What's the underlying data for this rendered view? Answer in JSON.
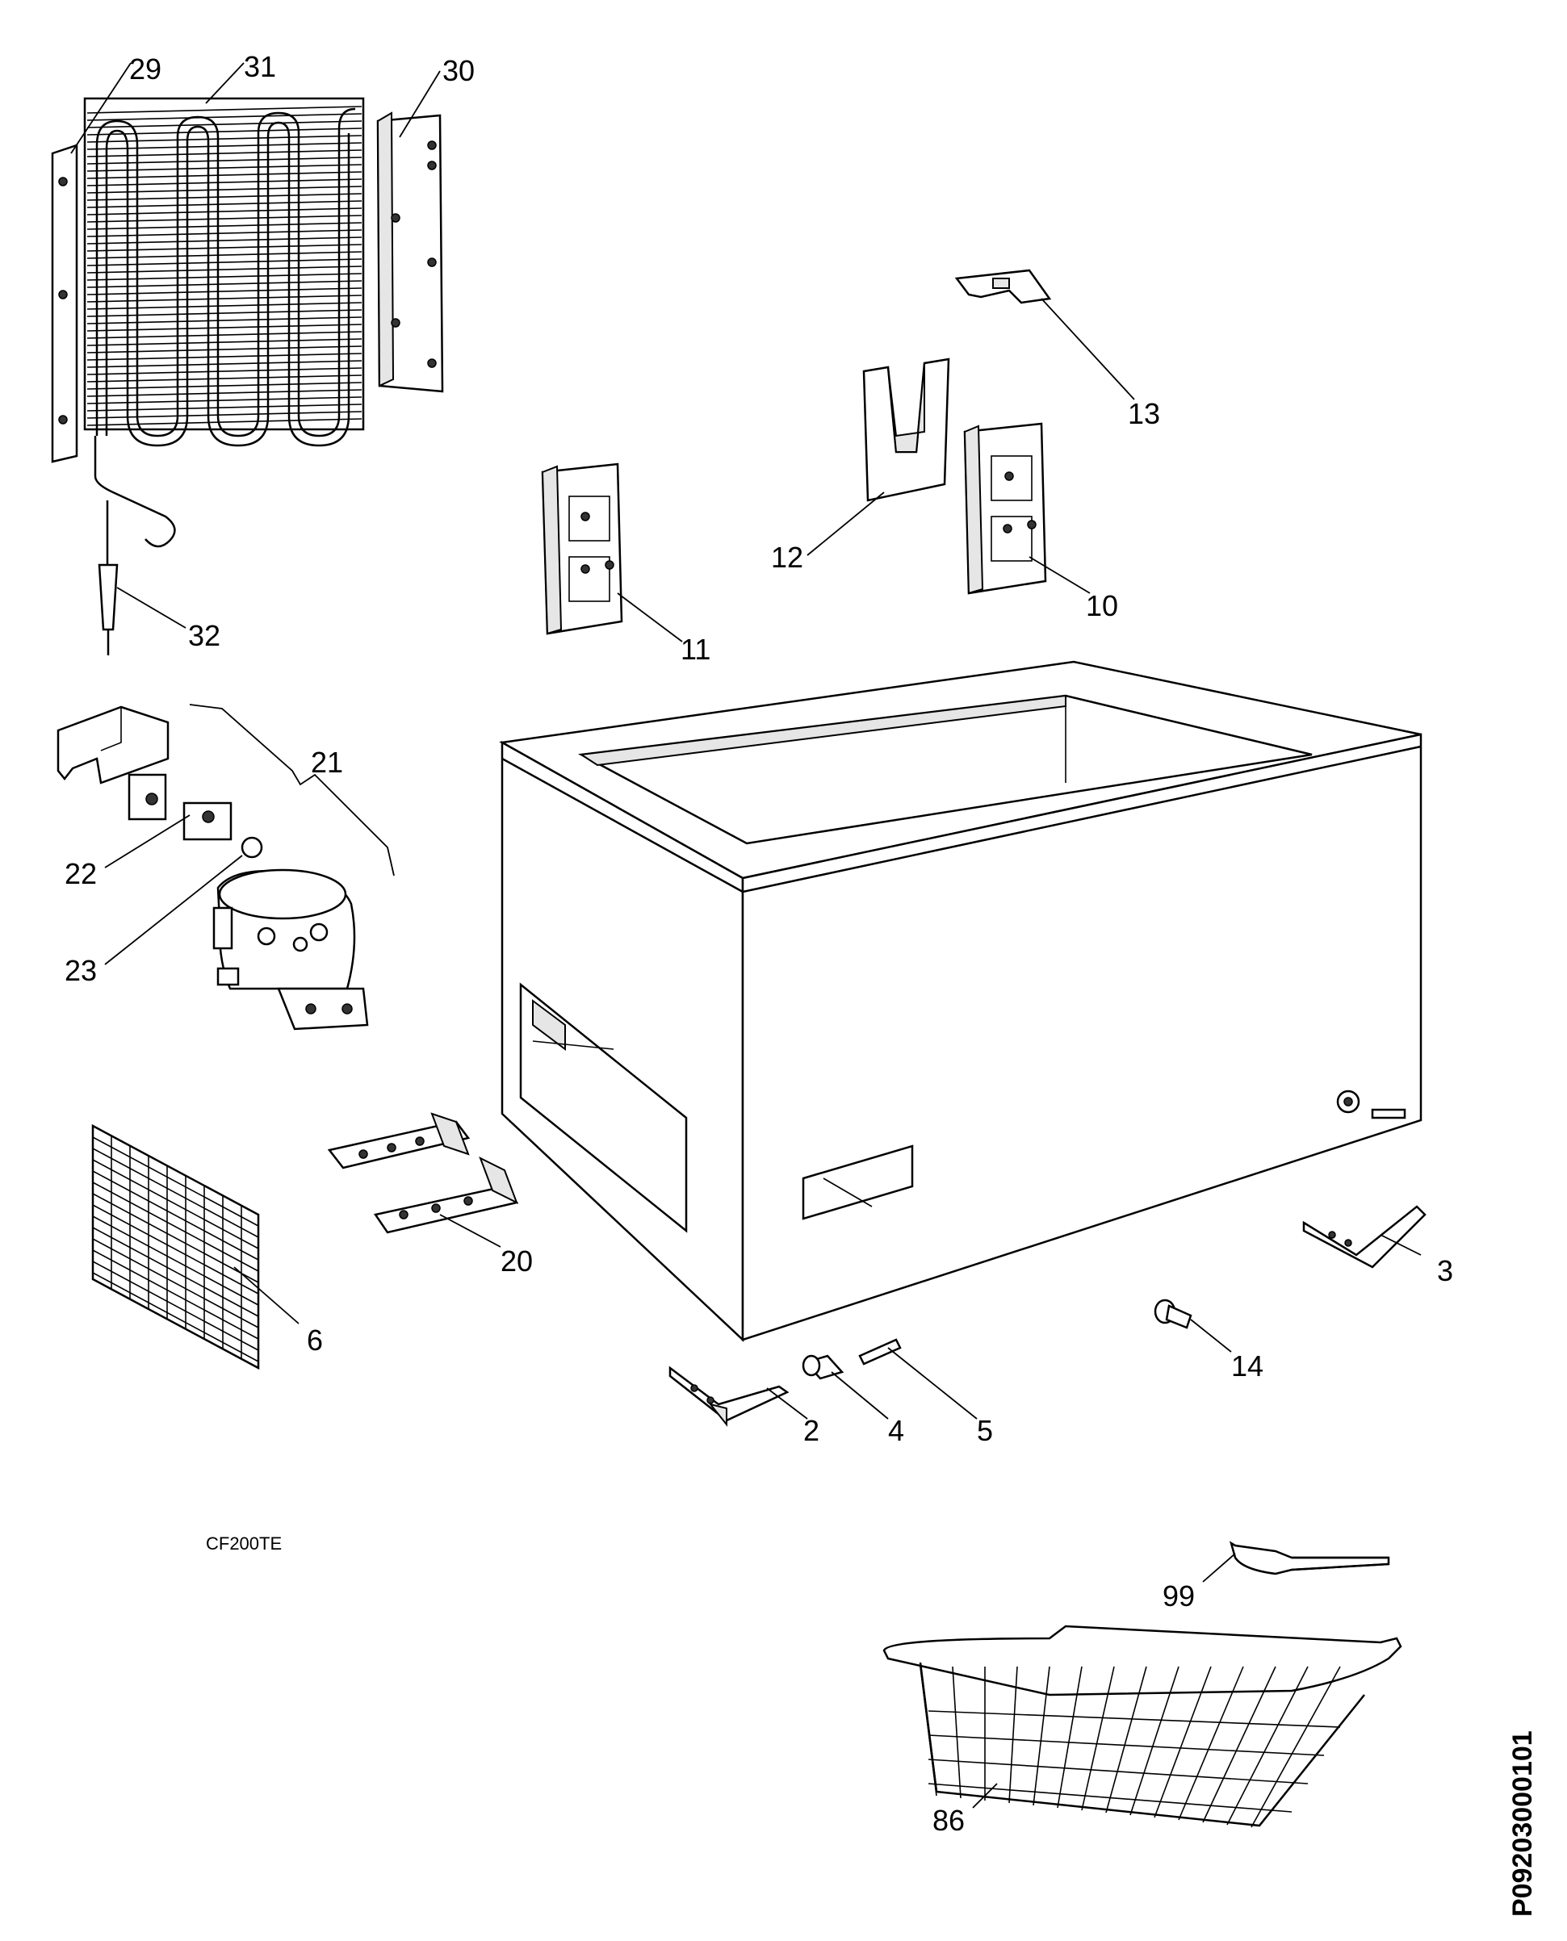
{
  "diagram": {
    "model_code": "CF200TE",
    "document_number": "P09203000101",
    "callouts": {
      "p2": "2",
      "p3": "3",
      "p4": "4",
      "p5": "5",
      "p6": "6",
      "p10": "10",
      "p11": "11",
      "p12": "12",
      "p13": "13",
      "p14": "14",
      "p20": "20",
      "p21": "21",
      "p22": "22",
      "p23": "23",
      "p29": "29",
      "p30": "30",
      "p31": "31",
      "p32": "32",
      "p86": "86",
      "p99": "99"
    }
  }
}
